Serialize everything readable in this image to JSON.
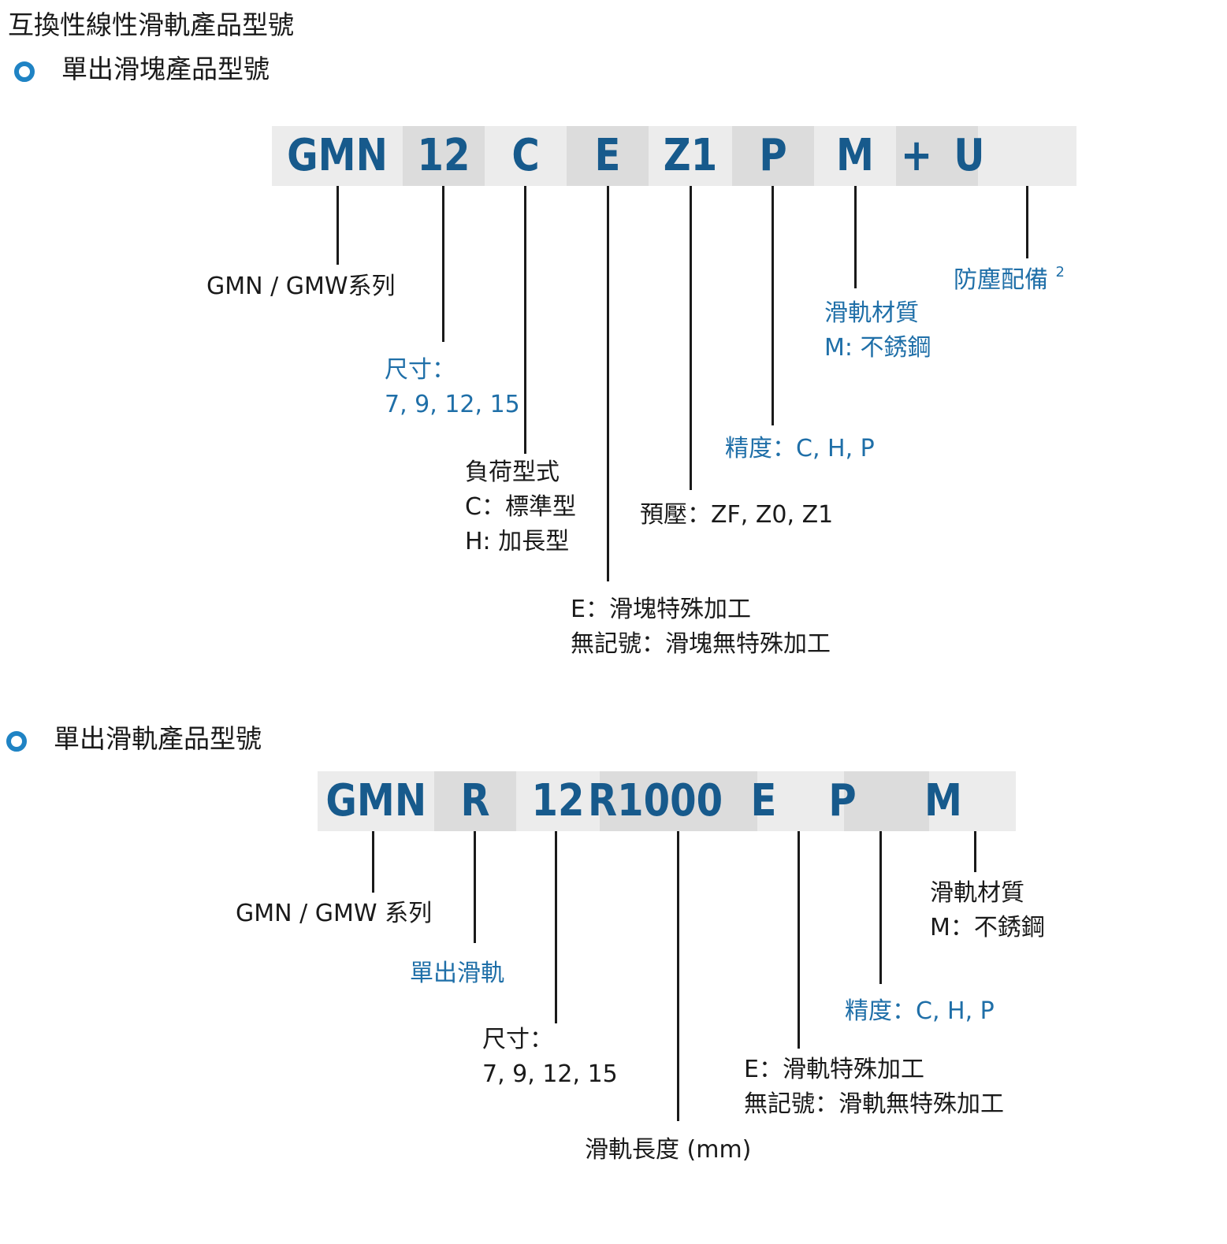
{
  "page_title": "互換性線性滑軌產品型號",
  "block_section": {
    "title": "單出滑塊產品型號",
    "codes": [
      "GMN",
      "12",
      "C",
      "E",
      "Z1",
      "P",
      "M",
      "+",
      "U"
    ],
    "labels": {
      "series": "GMN / GMW系列",
      "size_title": "尺寸：",
      "size_values": "7, 9, 12, 15",
      "load_title": "負荷型式",
      "load_c": "C：標準型",
      "load_h": "H: 加長型",
      "special_e": "E：滑塊特殊加工",
      "special_none": "無記號：滑塊無特殊加工",
      "preload": "預壓：ZF, Z0, Z1",
      "precision": "精度：C, H, P",
      "material_title": "滑軌材質",
      "material_value": "M: 不銹鋼",
      "dust": "防塵配備",
      "dust_note": "2"
    }
  },
  "rail_section": {
    "title": "單出滑軌產品型號",
    "codes": [
      "GMN",
      "R",
      "12",
      "R1000",
      "E",
      "P",
      "M"
    ],
    "labels": {
      "series": "GMN / GMW 系列",
      "single_rail": "單出滑軌",
      "size_title": "尺寸：",
      "size_values": "7, 9, 12, 15",
      "length": "滑軌長度 (mm)",
      "special_e": "E：滑軌特殊加工",
      "special_none": "無記號：滑軌無特殊加工",
      "precision": "精度：C, H, P",
      "material_title": "滑軌材質",
      "material_value": "M：不銹鋼"
    }
  },
  "colors": {
    "code_text": "#175a8c",
    "blue_label": "#1f6fa8",
    "section_circle": "#1f83c4",
    "segment_light": "#ececec",
    "segment_dark": "#dcdcdc"
  }
}
